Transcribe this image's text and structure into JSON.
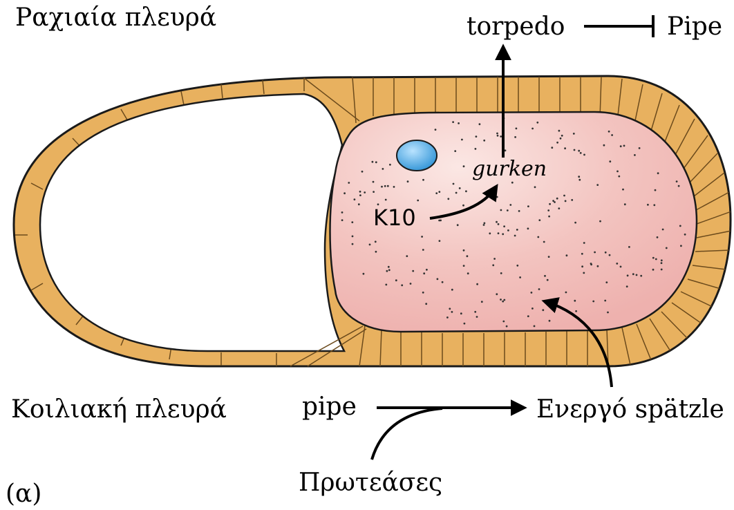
{
  "labels": {
    "dorsal_side": "Ραχιαία πλευρά",
    "ventral_side": "Κοιλιακή πλευρά",
    "torpedo": "torpedo",
    "pipe_protein": "Pipe",
    "gurken": "gurken",
    "k10": "K10",
    "pipe_gene": "pipe",
    "active_spatzle": "Ενεργό spätzle",
    "proteases": "Πρωτεάσες",
    "panel_label": "(α)"
  },
  "colors": {
    "follicle_cells": "#e8b15f",
    "oocyte": "#f3c3bf",
    "nucleus": "#4aa7e6",
    "outline": "#1a1a1a"
  }
}
